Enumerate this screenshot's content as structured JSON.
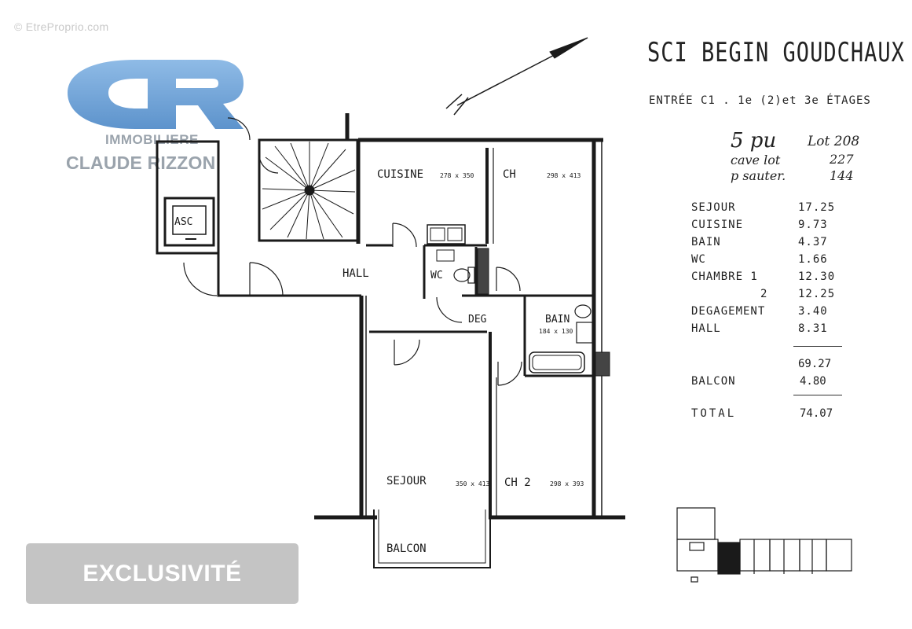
{
  "watermark": "© EtreProprio.com",
  "logo": {
    "letters": "CR",
    "line1": "IMMOBILIERE",
    "line2": "CLAUDE RIZZON",
    "color": "#6fa2d6"
  },
  "building": {
    "title": "SCI BEGIN GOUDCHAUX",
    "entrance": "ENTRÉE C1 . 1e (2)et 3e ÉTAGES"
  },
  "handwritten": {
    "type": "5 pu",
    "lot": "Lot 208",
    "cave_label": "cave lot",
    "cave_value": "227",
    "parking_label": "p sauter.",
    "parking_value": "144"
  },
  "surfaces": [
    {
      "label": "SEJOUR",
      "value": "17.25"
    },
    {
      "label": "CUISINE",
      "value": "9.73"
    },
    {
      "label": "BAIN",
      "value": "4.37"
    },
    {
      "label": "WC",
      "value": "1.66"
    },
    {
      "label": "CHAMBRE 1",
      "value": "12.30"
    },
    {
      "label": "2",
      "value": "12.25"
    },
    {
      "label": "DEGAGEMENT",
      "value": "3.40"
    },
    {
      "label": "HALL",
      "value": "8.31"
    }
  ],
  "subtotal": "69.27",
  "balcon": {
    "label": "BALCON",
    "value": "4.80"
  },
  "total": {
    "label": "TOTAL",
    "value": "74.07"
  },
  "plan": {
    "rooms": {
      "cuisine": "CUISINE",
      "cuisine_dim": "278 x 350",
      "ch1": "CH",
      "ch1_dim": "298 x 413",
      "hall": "HALL",
      "wc": "WC",
      "deg": "DEG",
      "bain": "BAIN",
      "bain_dim": "184 x 130",
      "sejour": "SEJOUR",
      "sejour_dim": "350 x 413",
      "ch2": "CH 2",
      "ch2_dim": "298 x 393",
      "balcon": "BALCON",
      "asc": "ASC"
    }
  },
  "badge": "EXCLUSIVITÉ"
}
